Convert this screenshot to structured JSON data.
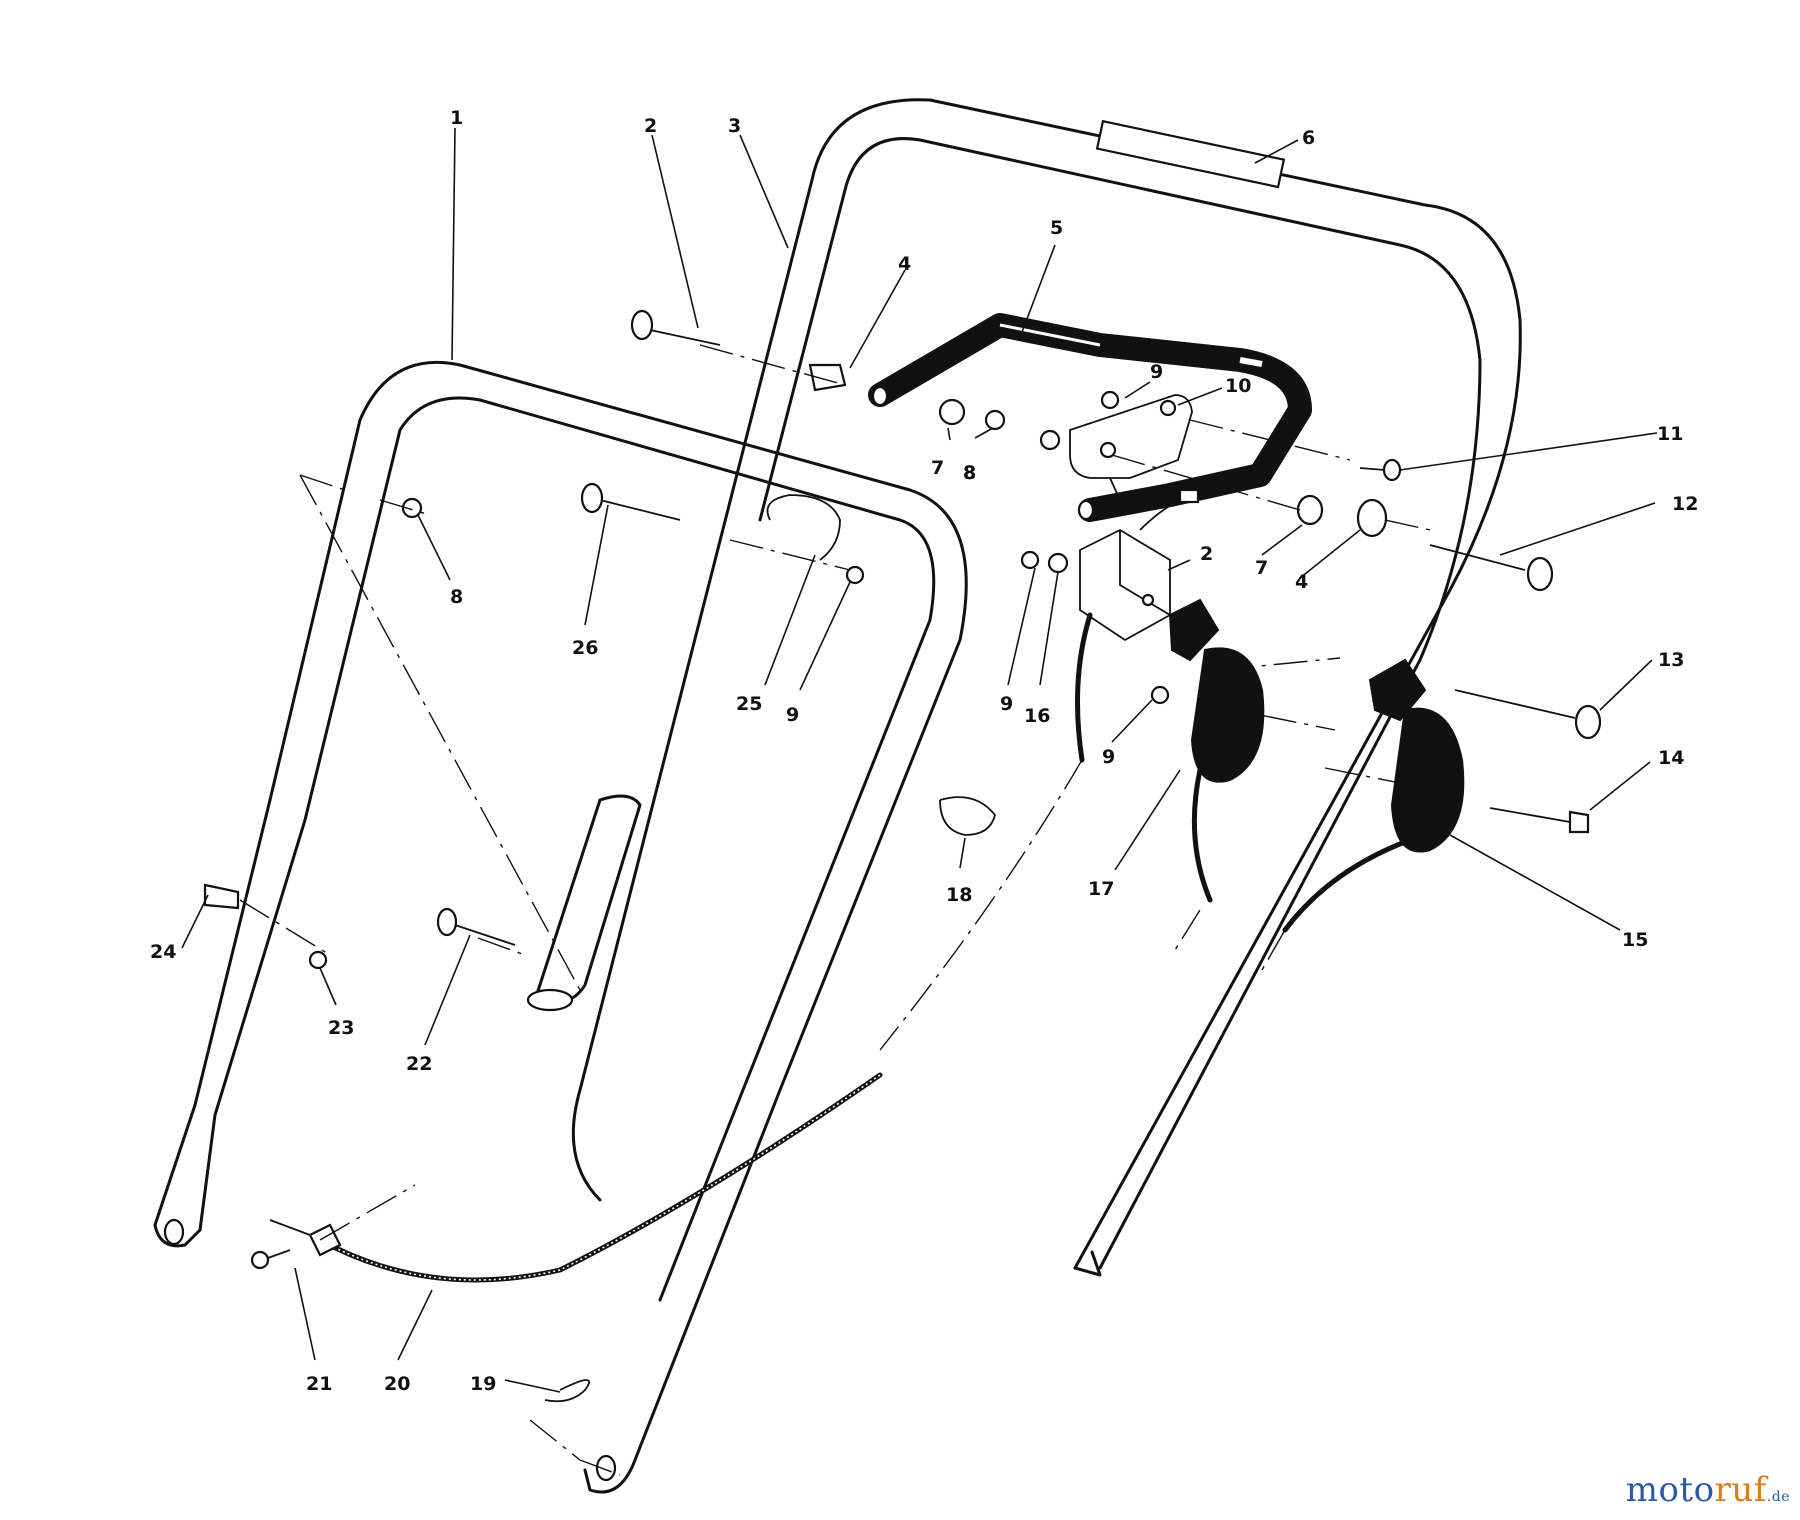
{
  "diagram": {
    "callouts": [
      "1",
      "2",
      "3",
      "4",
      "5",
      "6",
      "7",
      "8",
      "9",
      "10",
      "11",
      "12",
      "2",
      "13",
      "4",
      "7",
      "8",
      "9",
      "16",
      "9",
      "14",
      "17",
      "15",
      "26",
      "25",
      "9",
      "18",
      "8",
      "24",
      "23",
      "22",
      "21",
      "20",
      "19"
    ]
  },
  "watermark": {
    "part1": "moto",
    "part2": "ruf",
    "part3": ".de"
  }
}
